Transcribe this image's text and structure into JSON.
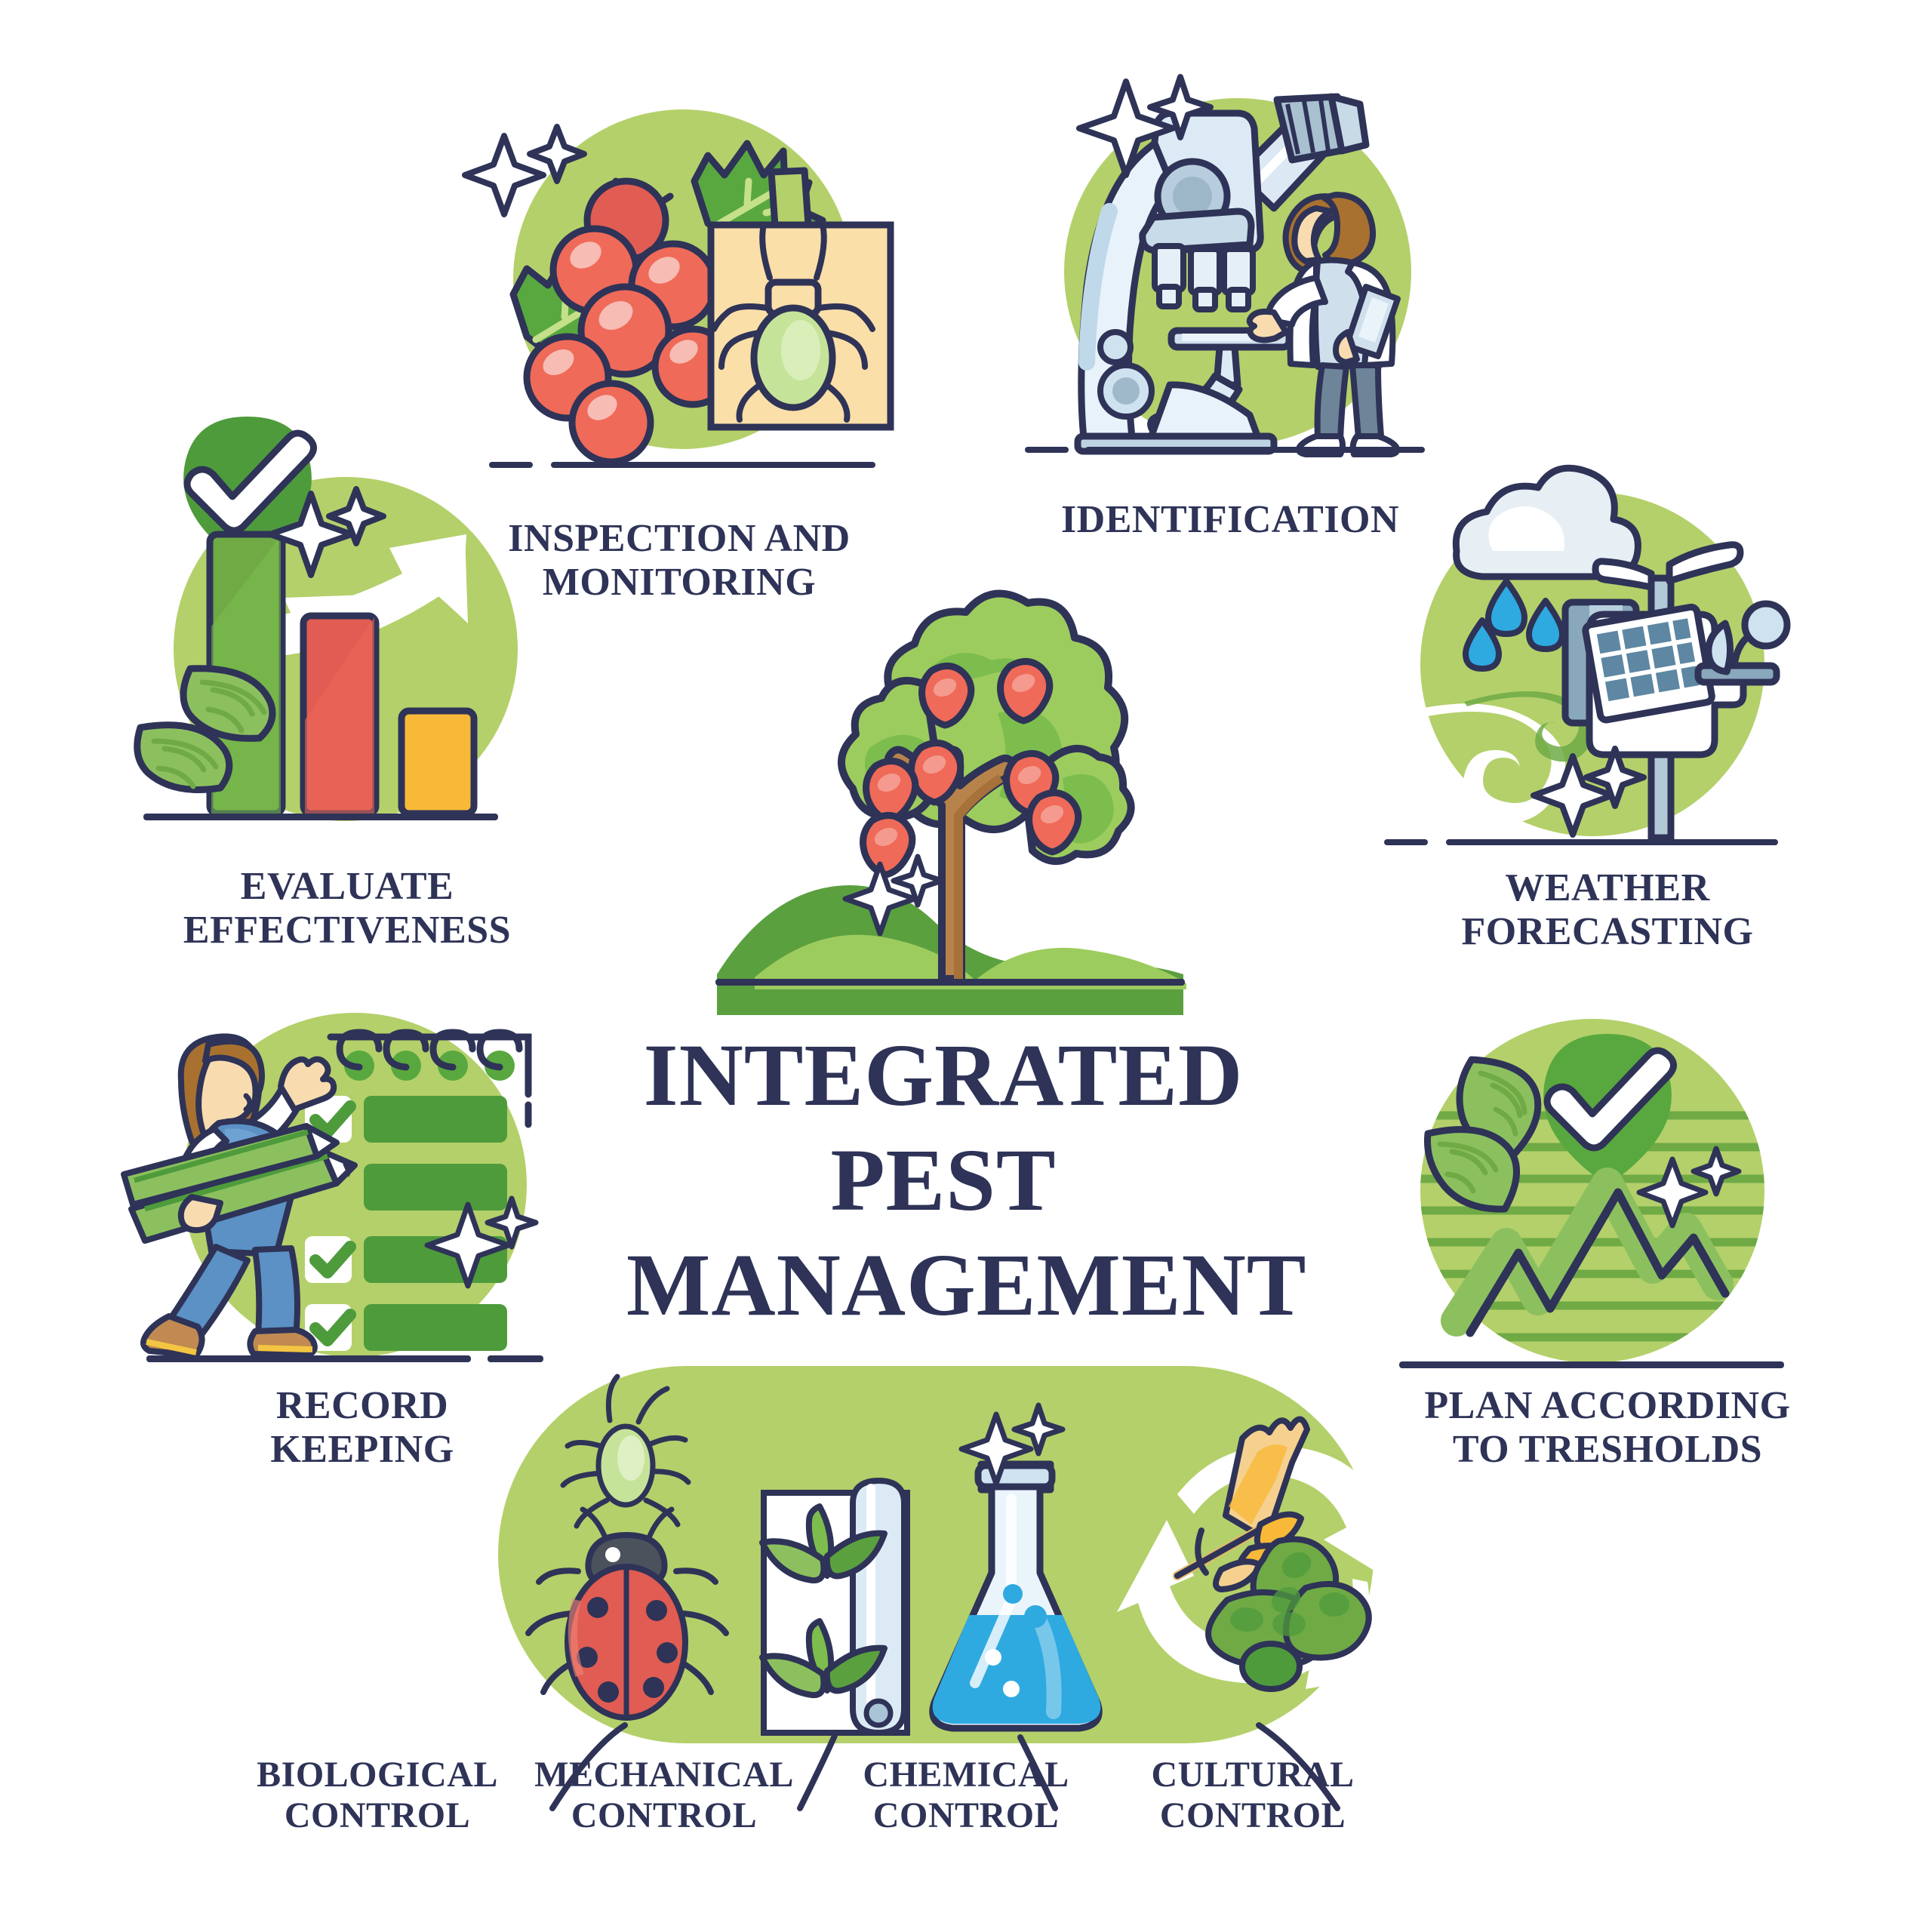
{
  "title_lines": [
    "INTEGRATED",
    "PEST",
    "MANAGEMENT"
  ],
  "colors": {
    "ink": "#2e3357",
    "circle_green": "#b4d06a",
    "leaf_green": "#58a83f",
    "mid_green": "#7cbd4e",
    "dark_green": "#4e9b3c",
    "red": "#e15c52",
    "yellow": "#f9b938",
    "blue": "#2eaae0",
    "light_blue": "#cfe2f0",
    "skin": "#f8dcb0",
    "hair": "#a9712f",
    "page_bg": "#ffffff",
    "paper_tan": "#fbdfa8"
  },
  "nodes": [
    {
      "id": "inspection-and-monitoring",
      "icon": "grapes-with-pest-card-icon",
      "label_lines": [
        "INSPECTION AND",
        "MONITORING"
      ]
    },
    {
      "id": "identification",
      "icon": "microscope-with-scientist-icon",
      "label_lines": [
        "IDENTIFICATION"
      ]
    },
    {
      "id": "weather-forecasting",
      "icon": "weather-station-icon",
      "label_lines": [
        "WEATHER",
        "FORECASTING"
      ]
    },
    {
      "id": "plan-according-to-tresholds",
      "icon": "threshold-graph-icon",
      "label_lines": [
        "PLAN ACCORDING",
        "TO TRESHOLDS"
      ]
    },
    {
      "id": "record-keeping",
      "icon": "checklist-notepad-icon",
      "label_lines": [
        "RECORD",
        "KEEPING"
      ]
    },
    {
      "id": "evaluate-effectiveness",
      "icon": "bar-chart-growth-icon",
      "label_lines": [
        "EVALUATE",
        "EFFECTIVENESS"
      ]
    }
  ],
  "center": {
    "icon": "apple-tree-icon"
  },
  "controls": [
    {
      "id": "biological-control",
      "icon": "ladybug-and-aphid-icon",
      "label_lines": [
        "BIOLOGICAL",
        "CONTROL"
      ]
    },
    {
      "id": "mechanical-control",
      "icon": "row-cover-plants-icon",
      "label_lines": [
        "MECHANICAL",
        "CONTROL"
      ]
    },
    {
      "id": "chemical-control",
      "icon": "erlenmeyer-flask-icon",
      "label_lines": [
        "CHEMICAL",
        "CONTROL"
      ]
    },
    {
      "id": "cultural-control",
      "icon": "crop-rotation-icon",
      "label_lines": [
        "CULTURAL",
        "CONTROL"
      ]
    }
  ]
}
